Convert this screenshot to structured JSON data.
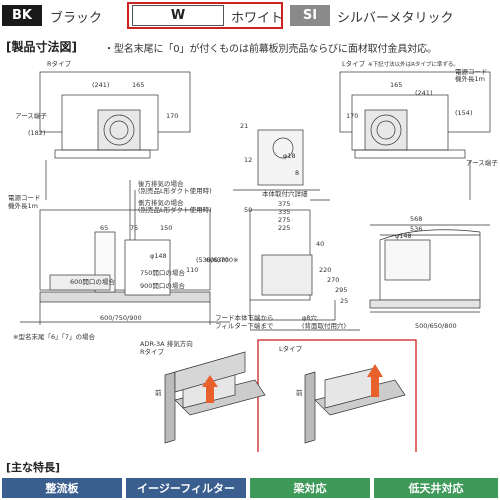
{
  "colors": {
    "bk_fill": "#1a1a1a",
    "w_border": "#cc2222",
    "si_fill": "#8a8a8a",
    "feature_blue": "#3a5f8f",
    "feature_green": "#3f9a5a"
  },
  "color_options": [
    {
      "code": "BK",
      "name": "ブラック"
    },
    {
      "code": "W",
      "name": "ホワイト"
    },
    {
      "code": "SI",
      "name": "シルバーメタリック"
    }
  ],
  "section_title": "[製品寸法図]",
  "section_note": "・型名末尾に「0」が付くものは前幕板別売品ならびに面材取付金具対応。",
  "left_view": {
    "type_label": "Rタイプ",
    "earth_terminal": "アース端子",
    "power_cord": "電源コード",
    "power_cord_len": "機外長1m",
    "dims_top": [
      "(241)",
      "165",
      "(182)",
      "170"
    ],
    "dims_front": [
      "600/750/900",
      "65",
      "75",
      "150",
      "φ148",
      "110",
      "(530/630)",
      "600/700※",
      "750開口の場合",
      "600開口の場合",
      "900開口の場合"
    ],
    "rear_exhaust": "後方排気の場合",
    "rear_exhaust_sub": "(別売品L形ダクト使用時)",
    "side_exhaust": "側方排気の場合",
    "side_exhaust_sub": "(別売品L形ダクト使用時)",
    "footnote": "※型名末尾「6」「7」の場合"
  },
  "middle_view": {
    "mount_hole": "本体取付穴詳細",
    "dims": [
      "21",
      "12",
      "φ18",
      "8",
      "375",
      "335",
      "275",
      "225",
      "50",
      "φ8穴",
      "(背面取付用穴)",
      "40",
      "220",
      "270",
      "295",
      "25"
    ],
    "hood_note_1": "フード本体下端から",
    "hood_note_2": "フィルター下端まで"
  },
  "right_view": {
    "type_label": "Lタイプ",
    "type_note": "※下記寸法以外はRタイプに準ずる。",
    "power_cord": "電源コード",
    "power_cord_len": "機外長1m",
    "earth_terminal": "アース端子",
    "dims_top": [
      "165",
      "(241)",
      "(154)",
      "170"
    ],
    "dims_front": [
      "568",
      "536",
      "φ148",
      "500/650/800"
    ]
  },
  "bottom_views": {
    "left_title": "ADR-3A 排気方向",
    "left_sub": "Rタイプ",
    "left_front": "前",
    "right_title": "Lタイプ",
    "right_front": "前"
  },
  "features_title": "[主な特長]",
  "features": [
    "整流板",
    "イージーフィルター",
    "梁対応",
    "低天井対応"
  ]
}
